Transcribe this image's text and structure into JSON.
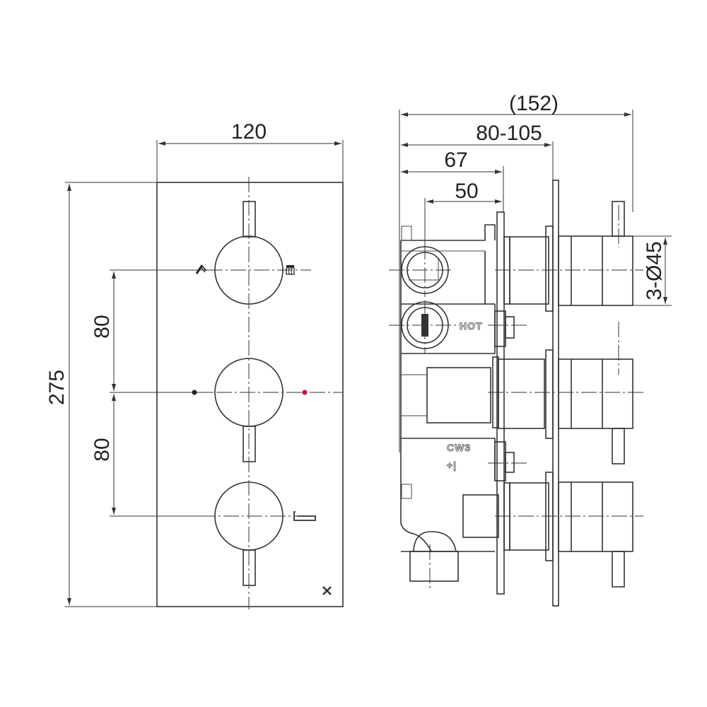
{
  "drawing": {
    "front_view": {
      "dimensions": {
        "width": "120",
        "height": "275",
        "spacing_upper": "80",
        "spacing_lower": "80"
      },
      "indicator_colors": {
        "cold_dot": "#222222",
        "hot_dot": "#c8102e"
      },
      "icons": [
        "handshower-icon",
        "overhead-shower-icon",
        "bath-spout-icon",
        "off-x-icon"
      ]
    },
    "side_view": {
      "dimensions": {
        "overall": "(152)",
        "adjustable_depth": "80-105",
        "depth_67": "67",
        "depth_50": "50",
        "handle_diameter": "3-Ø45"
      },
      "labels": {
        "hot": "HOT",
        "cw3": "CW3",
        "plus_minus": "+|"
      }
    }
  }
}
